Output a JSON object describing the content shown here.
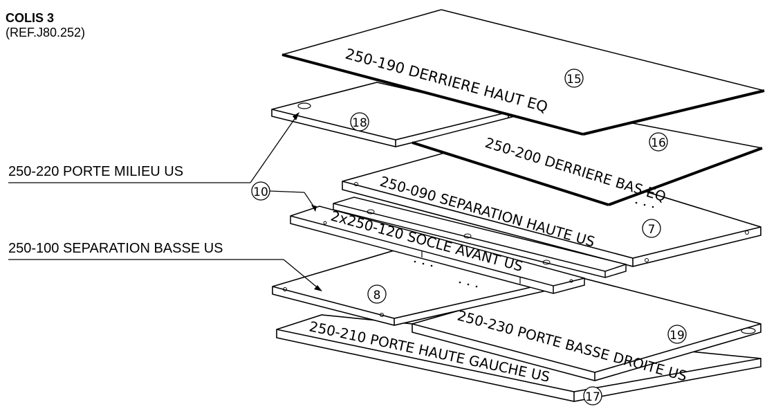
{
  "title": "COLIS 3",
  "reference": "(REF.J80.252)",
  "callouts": {
    "porte_milieu": "250-220 PORTE MILIEU US",
    "separation_basse": "250-100 SEPARATION BASSE US"
  },
  "panels": {
    "derriere_haut": {
      "label": "250-190 DERRIERE HAUT EQ",
      "number": "15"
    },
    "derriere_bas": {
      "label": "250-200 DERRIERE BAS EQ",
      "number": "16"
    },
    "porte_milieu": {
      "number": "18"
    },
    "separation_haute": {
      "label": "250-090 SEPARATION HAUTE US",
      "number": "7"
    },
    "socle_avant": {
      "label": "2x250-120 SOCLE AVANT US",
      "number": "10"
    },
    "separation_basse": {
      "number": "8"
    },
    "porte_basse_droite": {
      "label": "250-230 PORTE BASSE DROITE US",
      "number": "19"
    },
    "porte_haute_gauche": {
      "label": "250-210 PORTE HAUTE GAUCHE US",
      "number": "17"
    }
  }
}
